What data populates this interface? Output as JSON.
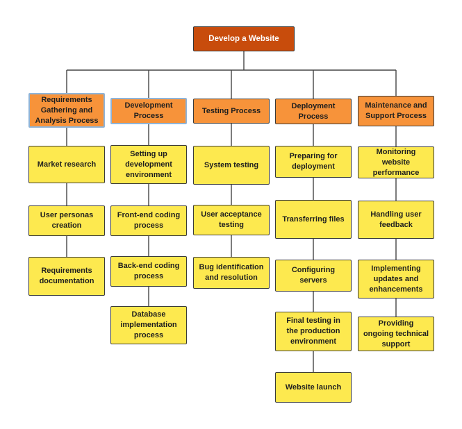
{
  "root": {
    "label": "Develop a Website"
  },
  "phases": [
    {
      "label": "Requirements Gathering and Analysis Process",
      "tasks": [
        "Market research",
        "User personas creation",
        "Requirements documentation"
      ]
    },
    {
      "label": "Development Process",
      "tasks": [
        "Setting up development environment",
        "Front-end coding process",
        "Back-end coding process",
        "Database implementation process"
      ]
    },
    {
      "label": "Testing Process",
      "tasks": [
        "System testing",
        "User acceptance testing",
        "Bug identification and resolution"
      ]
    },
    {
      "label": "Deployment Process",
      "tasks": [
        "Preparing for deployment",
        "Transferring files",
        "Configuring servers",
        "Final testing in the production environment",
        "Website launch"
      ]
    },
    {
      "label": "Maintenance and Support Process",
      "tasks": [
        "Monitoring website performance",
        "Handling user feedback",
        "Implementing updates and enhancements",
        "Providing ongoing technical support"
      ]
    }
  ],
  "colors": {
    "root": "#c84c0c",
    "phase": "#f7933a",
    "task": "#fde94f",
    "connector": "#444444"
  }
}
